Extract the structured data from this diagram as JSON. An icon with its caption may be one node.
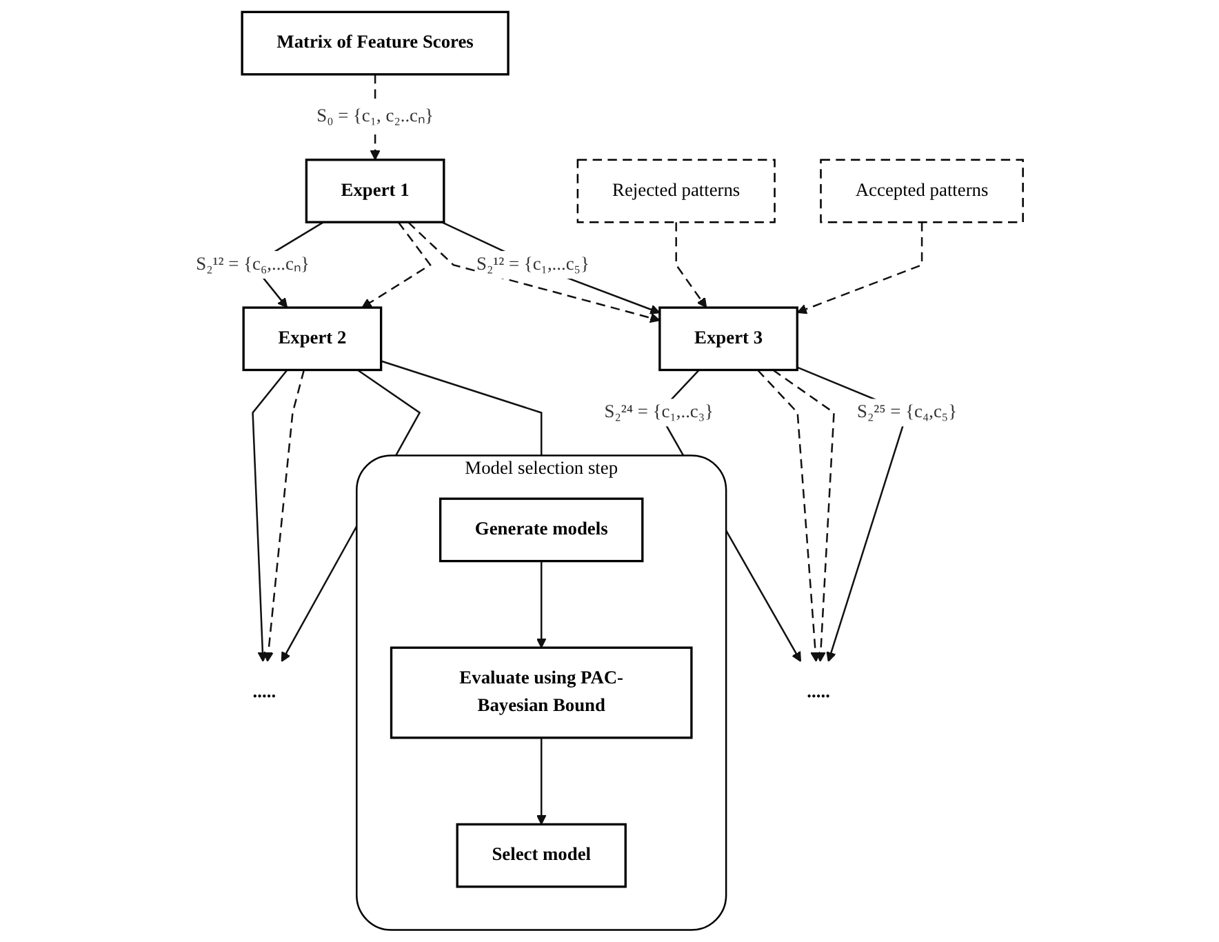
{
  "diagram": {
    "nodes": [
      {
        "text": [
          "Matrix of Feature Scores"
        ]
      },
      {
        "text": [
          "Rejected patterns"
        ]
      },
      {
        "text": [
          "Accepted patterns"
        ]
      },
      {
        "text": [
          "Expert 1"
        ]
      },
      {
        "text": [
          "Expert 2"
        ]
      },
      {
        "text": [
          "Expert 3"
        ]
      },
      {
        "text": [
          "....."
        ]
      },
      {
        "text": [
          "....."
        ]
      },
      {
        "text": [
          "Model selection step"
        ]
      },
      {
        "text": [
          "Generate models"
        ],
        "in": 8
      },
      {
        "text": [
          "Evaluate using PAC-Bayesian Bound"
        ],
        "in": 8
      },
      {
        "text": [
          "Select model"
        ],
        "in": 8
      }
    ],
    "edges": [
      {
        "from": 0,
        "to": 3,
        "arrow": "to",
        "style": "dashed",
        "label": "S₀ = {c₁, c₂..cₙ}"
      },
      {
        "from": 3,
        "to": 4,
        "arrow": "to",
        "label": "S₂¹² = {c₆,...cₙ}"
      },
      {
        "from": 3,
        "to": 4,
        "arrow": "to",
        "style": "dashed"
      },
      {
        "from": 3,
        "to": 5,
        "arrow": "to",
        "style": "dashed"
      },
      {
        "from": 3,
        "to": 5,
        "arrow": "to",
        "label": "S₂¹² = {c₁,...c₅}"
      },
      {
        "from": 1,
        "to": 5,
        "arrow": "to",
        "style": "dashed"
      },
      {
        "from": 2,
        "to": 5,
        "arrow": "to",
        "style": "dashed"
      },
      {
        "from": 4,
        "to": 6,
        "arrow": "to"
      },
      {
        "from": 4,
        "to": 6,
        "arrow": "to",
        "style": "dashed"
      },
      {
        "from": 4,
        "to": 6,
        "arrow": "to"
      },
      {
        "from": 5,
        "to": 7,
        "arrow": "to",
        "label": "S₂²⁴ = {c₁,..c₃}"
      },
      {
        "from": 5,
        "to": 7,
        "arrow": "to",
        "style": "dashed"
      },
      {
        "from": 5,
        "to": 7,
        "arrow": "to",
        "style": "dashed"
      },
      {
        "from": 5,
        "to": 7,
        "arrow": "to",
        "label": "S₂²⁵ = {c₄,c₅}"
      },
      {
        "from": 4,
        "to": 8,
        "arrow": "none"
      },
      {
        "from": 9,
        "to": 10,
        "arrow": "to"
      },
      {
        "from": 10,
        "to": 11,
        "arrow": "to"
      }
    ]
  }
}
